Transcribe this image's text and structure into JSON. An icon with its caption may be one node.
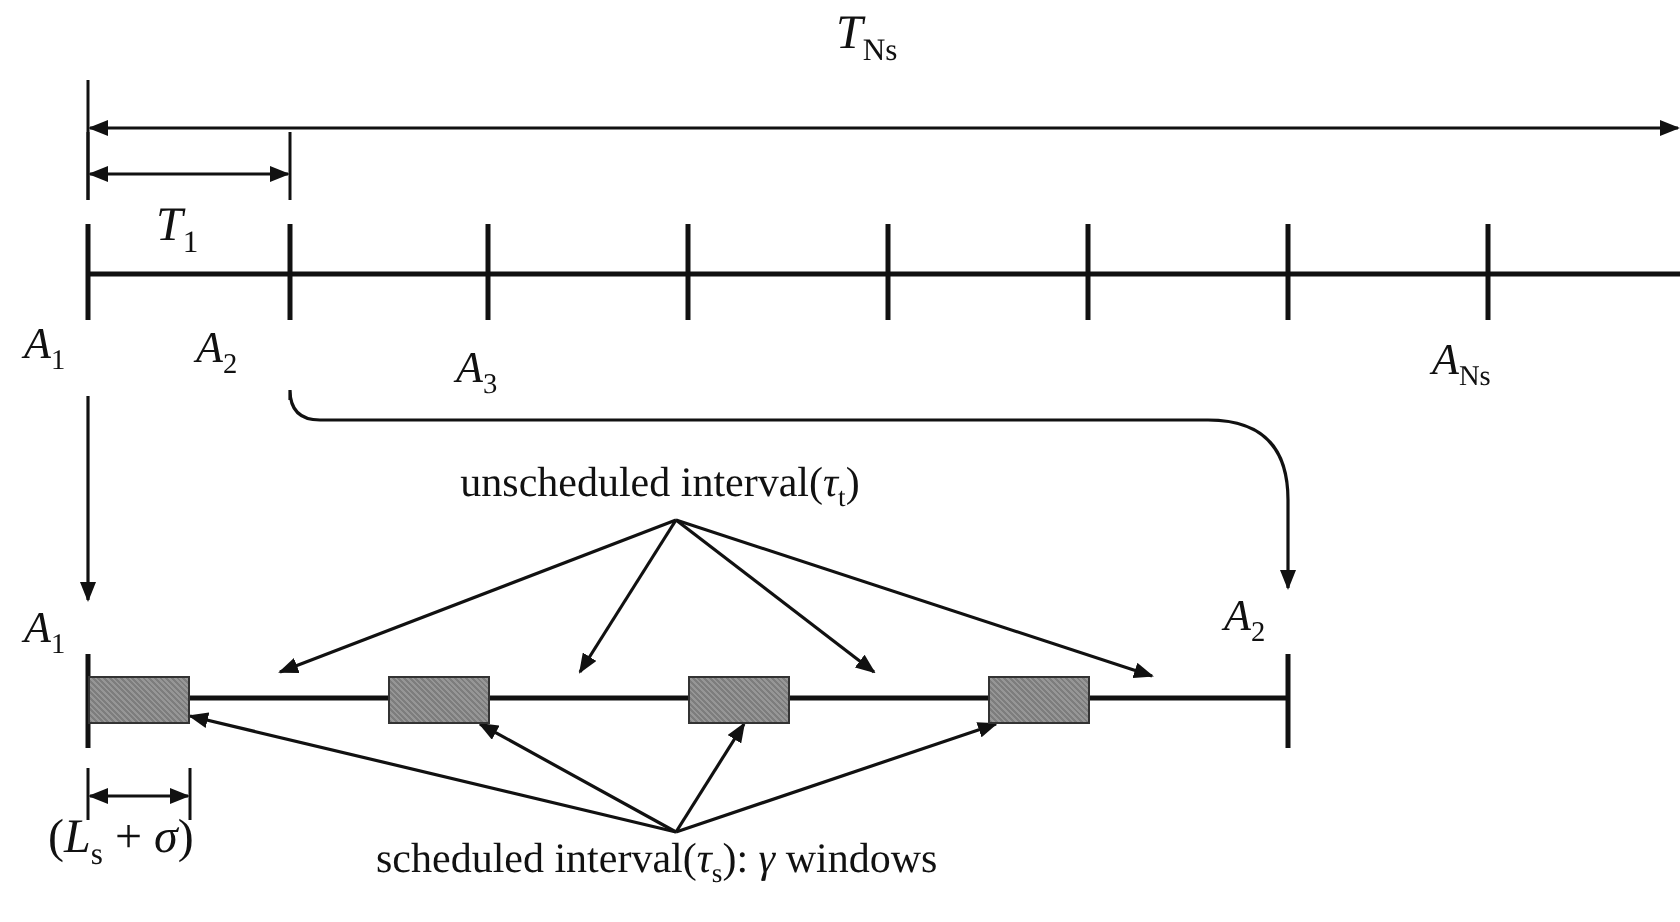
{
  "diagram": {
    "nodes": [
      {
        "text": [
          "*A*$_{1}$"
        ]
      },
      {
        "text": [
          "*A*$_{2}$"
        ]
      },
      {
        "text": [
          "*A*$_{3}$"
        ]
      },
      {
        "text": [
          "*A*$_{Ns}$"
        ]
      },
      {
        "text": [
          "unscheduled interval(*τ*$_{t}$)"
        ]
      },
      {
        "text": [
          "*A*$_{1}$"
        ]
      },
      {
        "text": [
          "*A*$_{2}$"
        ]
      },
      {
        "text": [],
        "shape": "box"
      },
      {
        "text": [],
        "shape": "box"
      },
      {
        "text": [],
        "shape": "box"
      },
      {
        "text": [],
        "shape": "box"
      },
      {
        "text": [
          "scheduled interval(*τ*$_{s}$): *γ* windows"
        ]
      }
    ],
    "edges": [
      {
        "from": 0,
        "to": 5,
        "arrow": "to"
      },
      {
        "from": 1,
        "to": 6,
        "arrow": "to"
      },
      {
        "from": 4,
        "to": null,
        "arrow": "to"
      },
      {
        "from": 4,
        "to": null,
        "arrow": "to"
      },
      {
        "from": 4,
        "to": null,
        "arrow": "to"
      },
      {
        "from": 4,
        "to": null,
        "arrow": "to"
      },
      {
        "from": 11,
        "to": 7,
        "arrow": "to"
      },
      {
        "from": 11,
        "to": 8,
        "arrow": "to"
      },
      {
        "from": 11,
        "to": 9,
        "arrow": "to"
      },
      {
        "from": 11,
        "to": 10,
        "arrow": "to"
      }
    ],
    "labels": [
      "*T*$_{Ns}$",
      "*T*$_{1}$",
      "(*L*$_{s}$ + *σ*)"
    ]
  }
}
